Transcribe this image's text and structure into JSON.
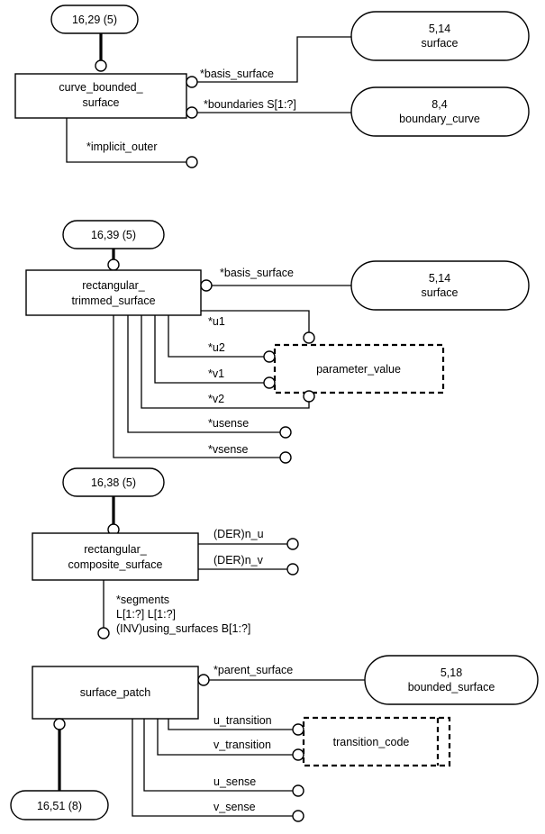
{
  "block1": {
    "page_ref": "16,29 (5)",
    "entity": [
      "curve_bounded_",
      "surface"
    ],
    "basis_surface_label": "*basis_surface",
    "boundaries_label": "*boundaries S[1:?]",
    "implicit_outer_label": "*implicit_outer",
    "surface_ref": {
      "id": "5,14",
      "name": "surface"
    },
    "boundary_curve_ref": {
      "id": "8,4",
      "name": "boundary_curve"
    }
  },
  "block2": {
    "page_ref": "16,39 (5)",
    "entity": [
      "rectangular_",
      "trimmed_surface"
    ],
    "basis_surface_label": "*basis_surface",
    "surface_ref": {
      "id": "5,14",
      "name": "surface"
    },
    "u1_label": "*u1",
    "u2_label": "*u2",
    "v1_label": "*v1",
    "v2_label": "*v2",
    "usense_label": "*usense",
    "vsense_label": "*vsense",
    "parameter_value": "parameter_value"
  },
  "block3": {
    "page_ref": "16,38 (5)",
    "entity": [
      "rectangular_",
      "composite_surface"
    ],
    "n_u_label": "(DER)n_u",
    "n_v_label": "(DER)n_v",
    "segments_lines": [
      "*segments",
      "L[1:?] L[1:?]",
      "(INV)using_surfaces B[1:?]"
    ]
  },
  "block4": {
    "entity": "surface_patch",
    "parent_surface_label": "*parent_surface",
    "bounded_surface_ref": {
      "id": "5,18",
      "name": "bounded_surface"
    },
    "u_transition_label": "u_transition",
    "v_transition_label": "v_transition",
    "transition_code": "transition_code",
    "u_sense_label": "u_sense",
    "v_sense_label": "v_sense",
    "page_ref_bottom": "16,51 (8)"
  }
}
